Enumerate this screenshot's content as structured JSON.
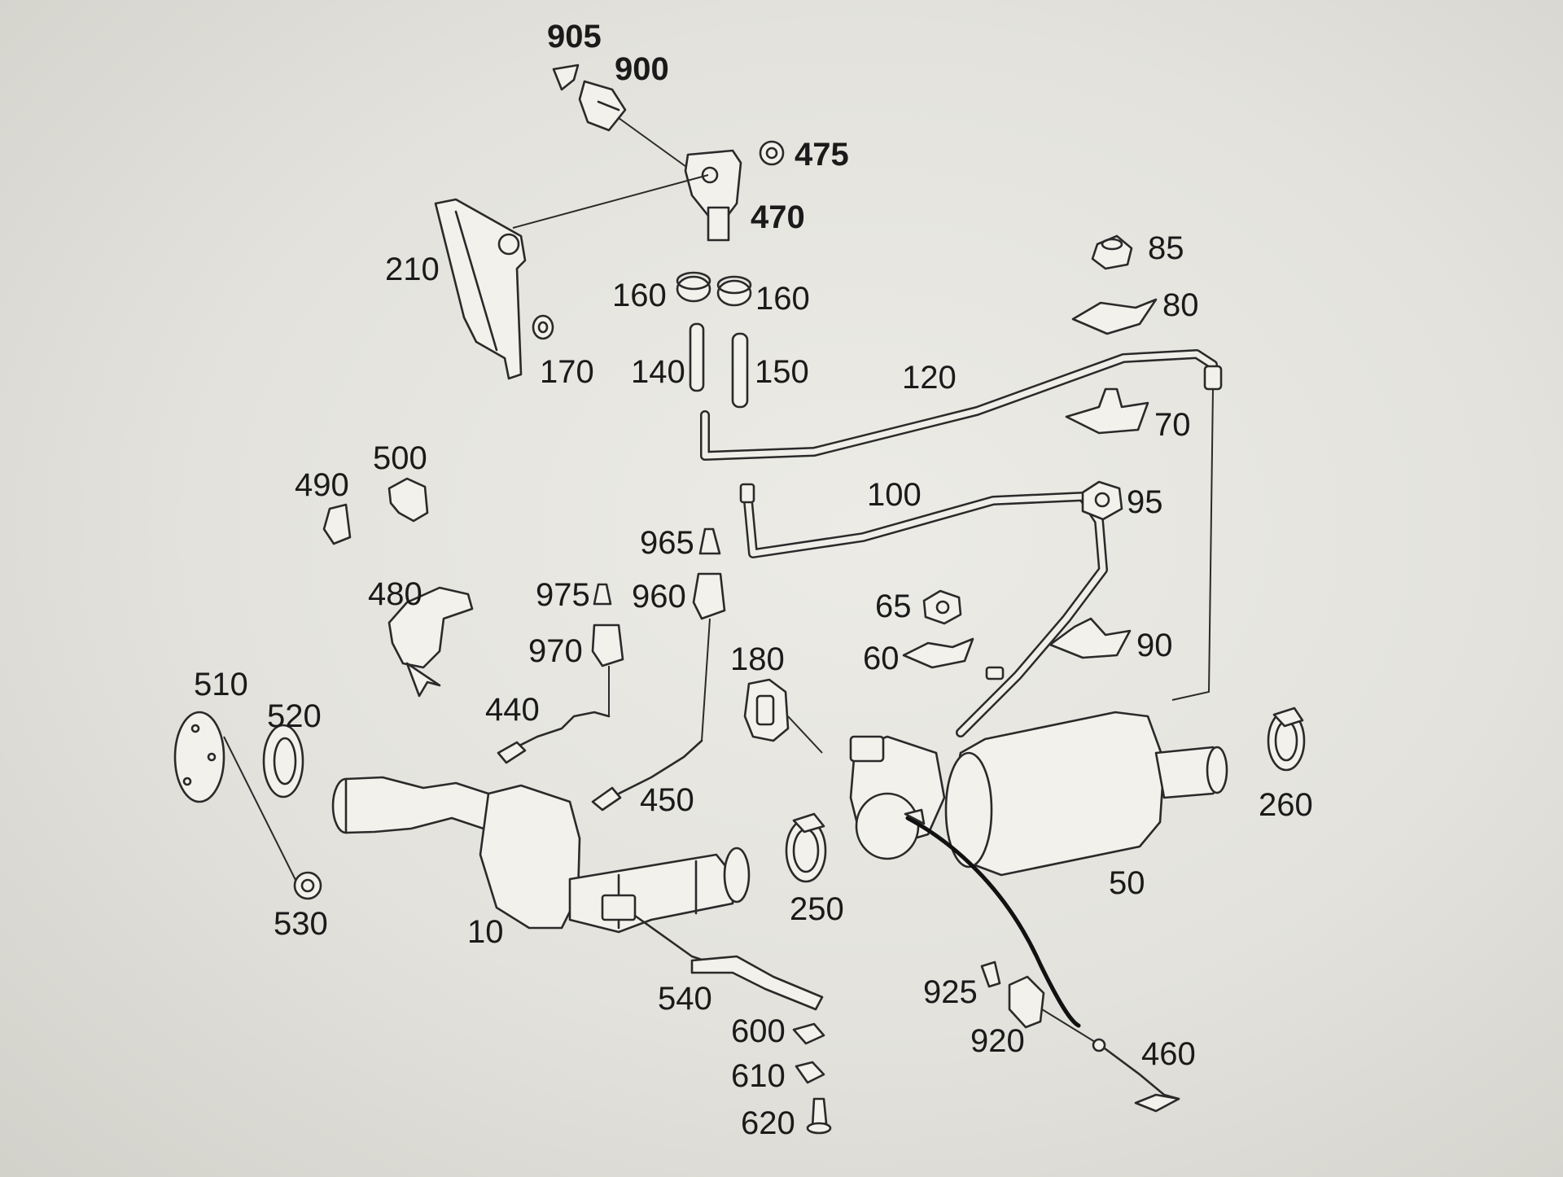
{
  "diagram": {
    "labels": [
      "905",
      "900",
      "475",
      "470",
      "210",
      "170",
      "160",
      "160",
      "140",
      "150",
      "120",
      "85",
      "80",
      "70",
      "490",
      "500",
      "100",
      "95",
      "965",
      "975",
      "960",
      "480",
      "970",
      "65",
      "60",
      "90",
      "180",
      "510",
      "520",
      "440",
      "450",
      "260",
      "530",
      "10",
      "250",
      "50",
      "540",
      "925",
      "920",
      "460",
      "600",
      "610",
      "620"
    ]
  }
}
